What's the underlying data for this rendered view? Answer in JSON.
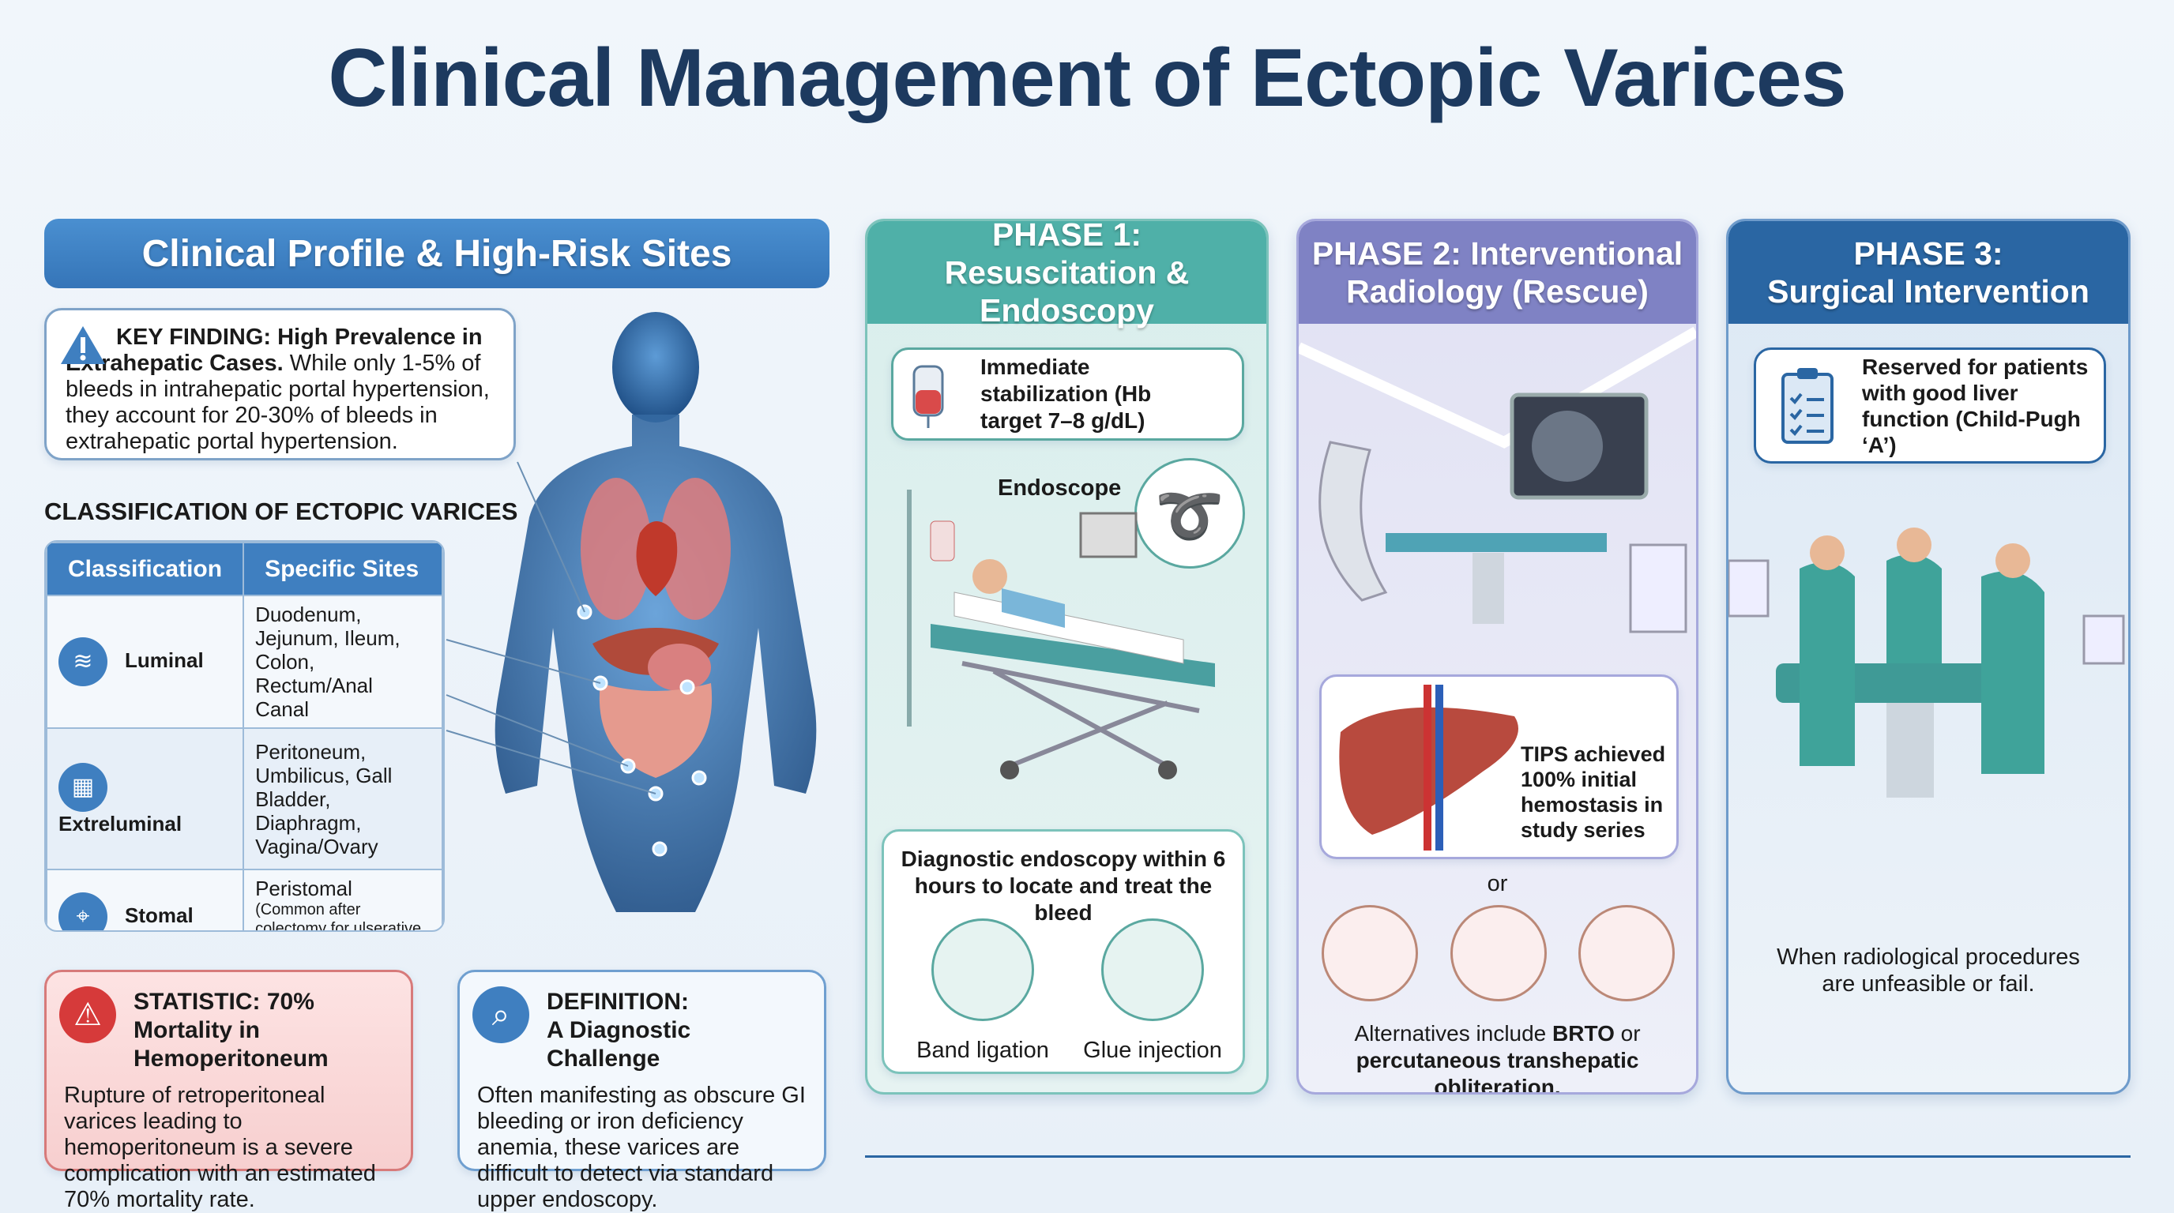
{
  "title": "Clinical Management of Ectopic Varices",
  "profile": {
    "header": "Clinical Profile & High-Risk Sites",
    "key_finding": {
      "bold": "KEY FINDING: High Prevalence in Extrahepatic Cases.",
      "text": " While only 1-5% of bleeds in intrahepatic portal hypertension, they account for 20-30% of bleeds in extrahepatic portal hypertension.",
      "icon": "warning-icon"
    },
    "classification_title": "CLASSIFICATION OF ECTOPIC VARICES",
    "table": {
      "headers": [
        "Classification",
        "Specific Sites"
      ],
      "rows": [
        {
          "name": "Luminal",
          "sites": "Duodenum, Jejunum, Ileum, Colon, Rectum/Anal Canal",
          "icon": "dna-icon"
        },
        {
          "name": "Extreluminal",
          "sites": "Peritoneum, Umbilicus, Gall Bladder, Diaphragm, Vagina/Ovary",
          "icon": "mesh-icon"
        },
        {
          "name": "Stomal",
          "sites": "Peristomal",
          "note": "(Common after colectomy for ulserative colitis)",
          "icon": "location-pin-icon"
        }
      ]
    },
    "statistic": {
      "title": "STATISTIC: 70% Mortality in Hemoperitoneum",
      "text": "Rupture of retroperitoneal varices leading to hemoperitoneum is a severe complication with an estimated 70% mortality rate."
    },
    "definition": {
      "title1": "DEFINITION:",
      "title2": "A Diagnostic Challenge",
      "text": "Often manifesting as obscure GI bleeding or iron deficiency anemia, these varices are difficult to detect via standard upper endoscopy."
    }
  },
  "phase1": {
    "title1": "PHASE 1:",
    "title2": "Resuscitation & Endoscopy",
    "stabilization": "Immediate stabilization (Hb target 7–8 g/dL)",
    "endoscope_label": "Endoscope",
    "diagnostic": "Diagnostic endoscopy within 6 hours to locate and treat the bleed",
    "options": [
      "Band ligation",
      "Glue injection"
    ]
  },
  "phase2": {
    "title1": "PHASE 2: Interventional",
    "title2": "Radiology (Rescue)",
    "tips": "TIPS achieved 100% initial hemostasis in study series",
    "or": "or",
    "alt_prefix": "Alternatives include ",
    "alt_brto": "BRTO",
    "alt_or": " or ",
    "alt_rest": "percutaneous transhepatic obliteration."
  },
  "phase3": {
    "title1": "PHASE 3:",
    "title2": "Surgical Intervention",
    "reserved": "Reserved for patients with good liver function (Child-Pugh ‘A’)",
    "when": "When radiological procedures are unfeasible or fail."
  },
  "colors": {
    "title": "#1d3a5f",
    "blue": "#3f7fc0",
    "teal": "#4fb0a8",
    "purple": "#7f82c4",
    "navy": "#2a66a3",
    "red": "#d63a3a"
  }
}
